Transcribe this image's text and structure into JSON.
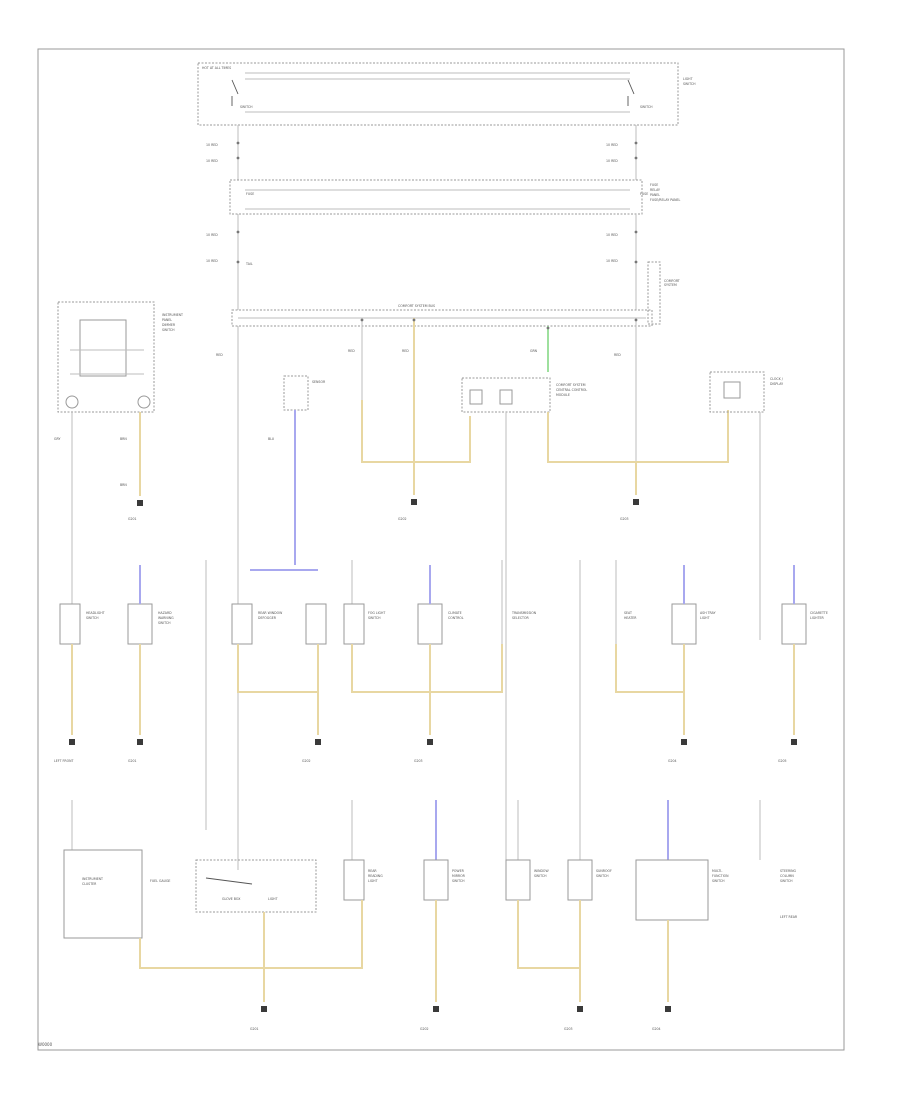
{
  "diagram": {
    "header_bar_label": "HOT AT ALL TIMES",
    "fuse_block_label": "FUSE/RELAY PANEL",
    "power_bus_label": "COMFORT SYSTEM BUS",
    "footer_code": "W0000"
  },
  "colors": {
    "wire_yellow": "#e8d7a2",
    "wire_blue": "#a8a8ef",
    "wire_green": "#9ee09e",
    "wire_gray": "#bdbdbd",
    "component_stroke": "#9a9a9a",
    "ground_symbol": "#3a3a3a"
  }
}
